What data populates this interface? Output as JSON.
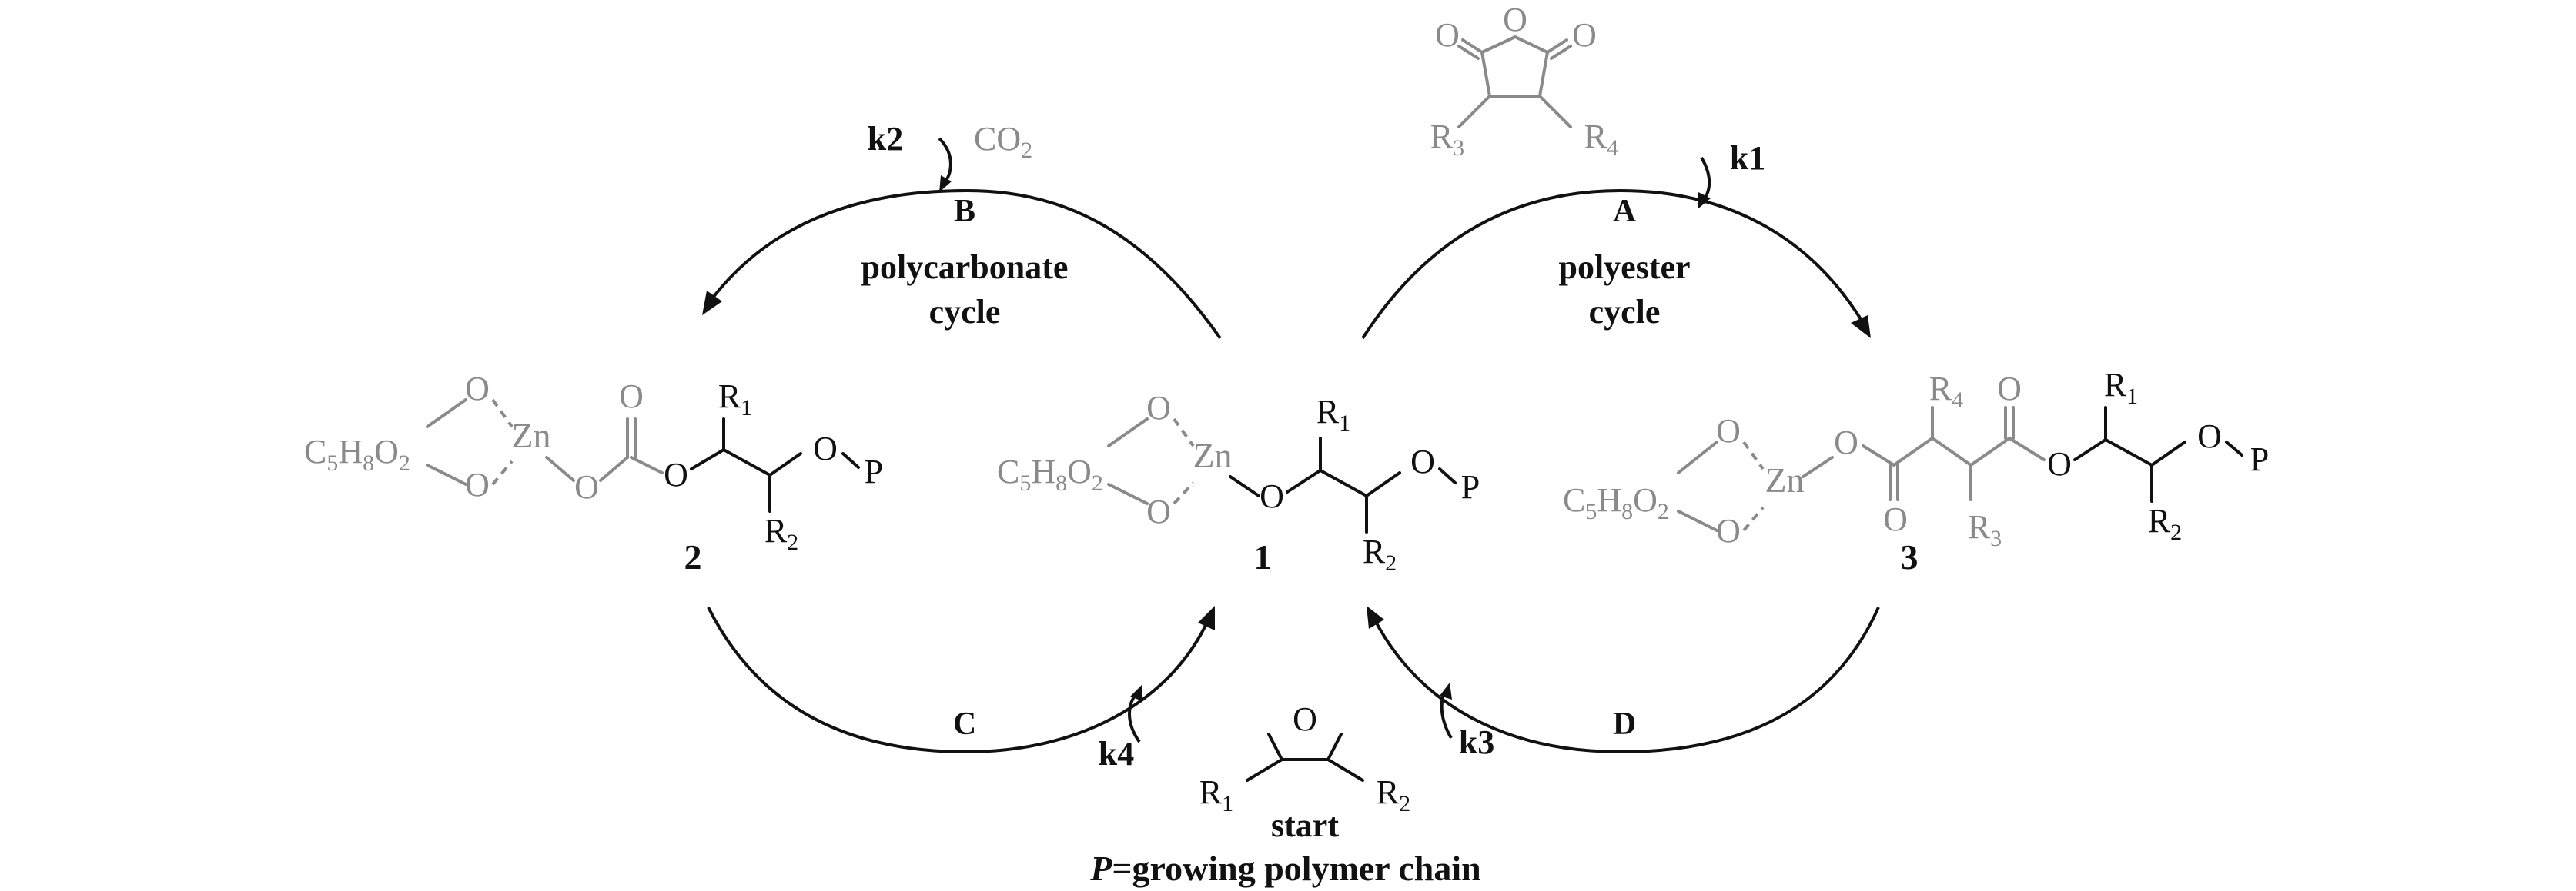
{
  "colors": {
    "text": "#111111",
    "ligand": "#8a8a8a",
    "background": "#ffffff"
  },
  "steps": {
    "A": {
      "letter": "A",
      "title_line1": "polyester",
      "title_line2": "cycle",
      "rate": "k1"
    },
    "B": {
      "letter": "B",
      "title_line1": "polycarbonate",
      "title_line2": "cycle",
      "rate": "k2",
      "reagent": "CO",
      "reagent_sub": "2"
    },
    "C": {
      "letter": "C",
      "rate": "k4"
    },
    "D": {
      "letter": "D",
      "rate": "k3"
    }
  },
  "compounds": {
    "c1": {
      "number": "1"
    },
    "c2": {
      "number": "2"
    },
    "c3": {
      "number": "3"
    }
  },
  "labels": {
    "O": "O",
    "P": "P",
    "Zn": "Zn",
    "R": "R",
    "sub1": "1",
    "sub2": "2",
    "sub3": "3",
    "sub4": "4",
    "ligand_C": "C",
    "ligand_5": "5",
    "ligand_H": "H",
    "ligand_8": "8",
    "ligand_O": "O",
    "ligand_2": "2"
  },
  "start": {
    "label": "start",
    "note_var": "P",
    "note_rest": "=growing polymer chain"
  }
}
